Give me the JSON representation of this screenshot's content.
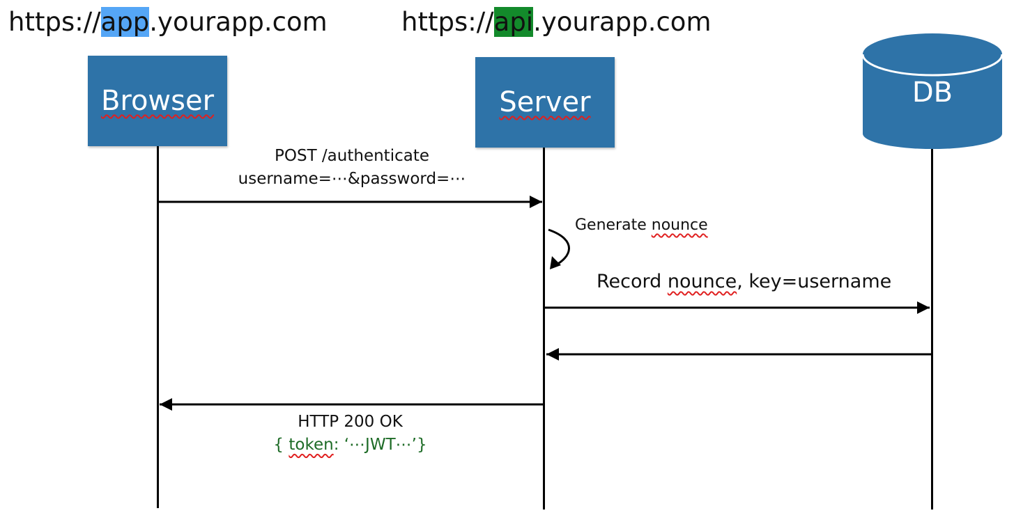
{
  "urls": {
    "browser": {
      "prefix": "https://",
      "highlight": "app",
      "suffix": ".yourapp.com"
    },
    "server": {
      "prefix": "https://",
      "highlight": "api",
      "suffix": ".yourapp.com"
    }
  },
  "actors": {
    "browser": "Browser",
    "server": "Server",
    "db": "DB"
  },
  "messages": {
    "auth_request": {
      "line1": "POST /authenticate",
      "line2": "username=⋯&password=⋯"
    },
    "self_call": {
      "prefix": "Generate ",
      "word": "nounce"
    },
    "record": {
      "prefix": "Record ",
      "word": "nounce",
      "suffix": ", key=username"
    },
    "response": {
      "line1": "HTTP 200 OK",
      "line2_prefix": "{ ",
      "token_word": "token",
      "line2_suffix": ": ‘⋯JWT⋯’}"
    }
  },
  "colors": {
    "actor_fill": "#2e73a8",
    "app_highlight": "#55a6f6",
    "api_highlight": "#138a2b",
    "token_text": "#1d6b26",
    "spell_underline": "#e02020"
  }
}
